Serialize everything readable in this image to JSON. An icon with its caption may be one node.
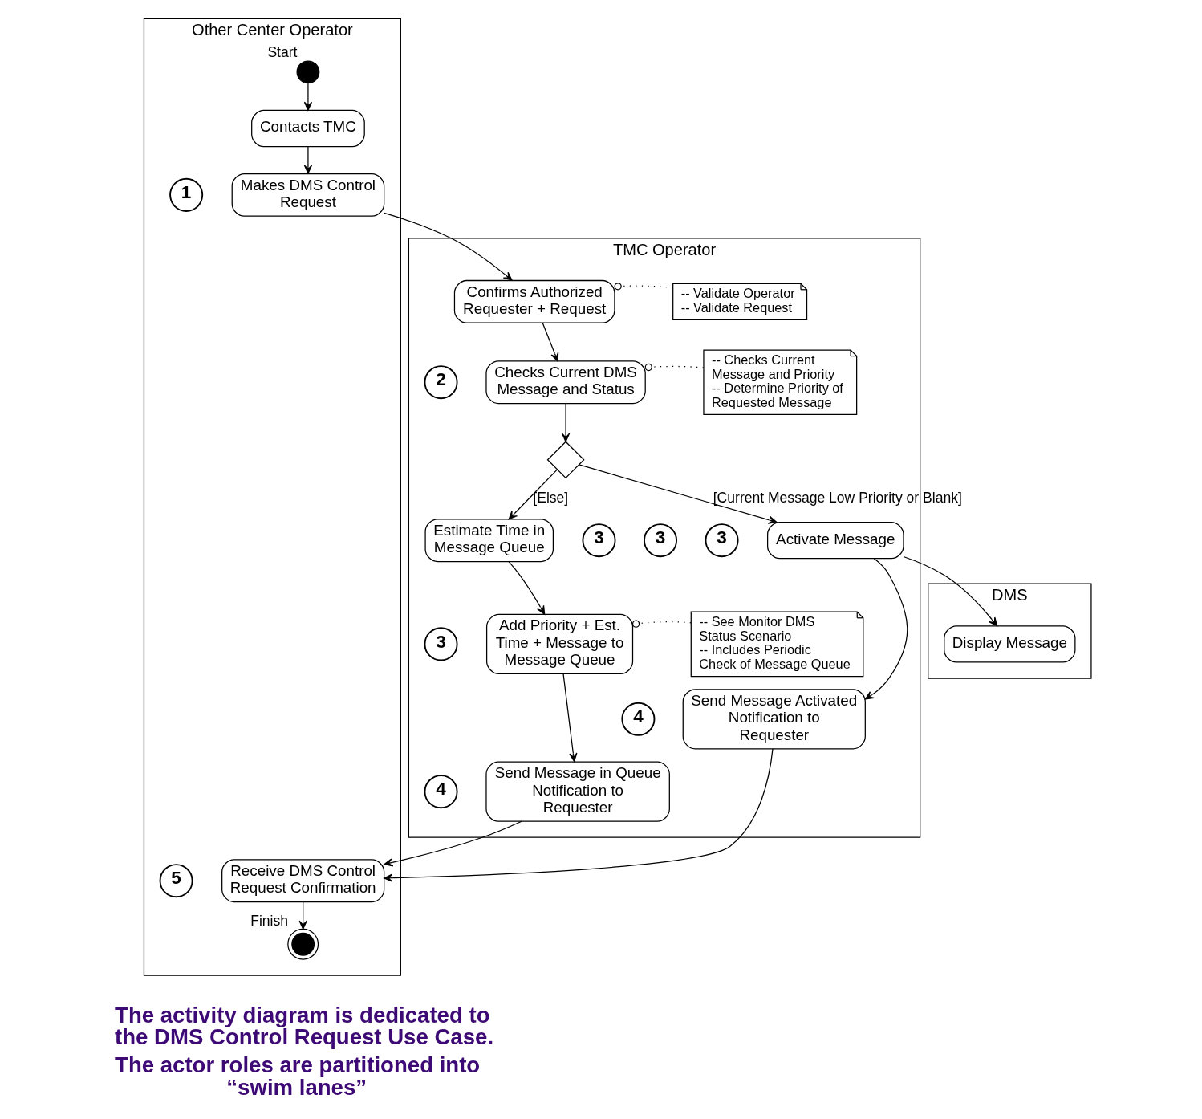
{
  "diagram": {
    "nodes": [
      {
        "text": [
          "Other Center Operator"
        ]
      },
      {
        "text": [
          "TMC Operator"
        ]
      },
      {
        "text": [
          "DMS"
        ]
      },
      {
        "text": [],
        "shape": "circle",
        "in": 0,
        "beside": [
          "Start"
        ]
      },
      {
        "text": [
          "Contacts TMC"
        ],
        "in": 0
      },
      {
        "text": [
          "1"
        ],
        "in": 0
      },
      {
        "text": [
          "Makes DMS Control Request"
        ],
        "in": 0
      },
      {
        "text": [
          "Confirms Authorized Requester + Request"
        ],
        "in": 1
      },
      {
        "text": [
          "2"
        ],
        "in": 1
      },
      {
        "text": [
          "-- Validate Operator",
          "-- Validate Request"
        ],
        "in": 1
      },
      {
        "text": [
          "Checks Current DMS Message and Status"
        ],
        "in": 1
      },
      {
        "text": [
          "3"
        ],
        "in": 1
      },
      {
        "text": [
          "-- Checks Current Message and Priority",
          "-- Determine Priority of Requested Message"
        ],
        "in": 1
      },
      {
        "text": [],
        "shape": "diamond",
        "in": 1
      },
      {
        "text": [
          "3"
        ],
        "in": 1
      },
      {
        "text": [
          "Estimate Time in Message Queue"
        ],
        "in": 1
      },
      {
        "text": [
          "3"
        ],
        "in": 1
      },
      {
        "text": [
          "Add Priority + Est. Time + Message to Message Queue"
        ],
        "in": 1
      },
      {
        "text": [
          "4"
        ],
        "in": 1
      },
      {
        "text": [
          "Send Message in Queue Notification to Requester"
        ],
        "in": 1
      },
      {
        "text": [
          "-- See Monitor DMS Status Scenario",
          "-- Includes Periodic Check of Message Queue"
        ],
        "in": 1
      },
      {
        "text": [
          "3"
        ],
        "in": 1
      },
      {
        "text": [
          "Activate Message"
        ],
        "in": 1
      },
      {
        "text": [
          "4"
        ],
        "in": 1
      },
      {
        "text": [
          "Send Message Activated Notification to Requester"
        ],
        "in": 1
      },
      {
        "text": [
          "Display Message"
        ],
        "in": 2
      },
      {
        "text": [
          "5"
        ],
        "in": 0
      },
      {
        "text": [
          "Receive DMS Control Request Confirmation"
        ],
        "in": 0
      },
      {
        "text": [],
        "shape": "circle",
        "in": 0,
        "beside": [
          "Finish"
        ]
      }
    ],
    "edges": [
      {
        "from": 3,
        "to": 4,
        "arrow": "to"
      },
      {
        "from": 4,
        "to": 6,
        "arrow": "to"
      },
      {
        "from": 6,
        "to": 7,
        "arrow": "to"
      },
      {
        "from": 9,
        "to": 7,
        "arrow": "other",
        "style": "dashed"
      },
      {
        "from": 7,
        "to": 10,
        "arrow": "to"
      },
      {
        "from": 12,
        "to": 10,
        "arrow": "other",
        "style": "dashed"
      },
      {
        "from": 10,
        "to": 13,
        "arrow": "to"
      },
      {
        "from": 13,
        "to": 15,
        "arrow": "to",
        "label": "[Else]"
      },
      {
        "from": 13,
        "to": 22,
        "arrow": "to",
        "label": "[Current Message Low Priority or Blank]"
      },
      {
        "from": 15,
        "to": 17,
        "arrow": "to"
      },
      {
        "from": 20,
        "to": 17,
        "arrow": "other",
        "style": "dashed"
      },
      {
        "from": 17,
        "to": 19,
        "arrow": "to"
      },
      {
        "from": 22,
        "to": 25,
        "arrow": "to"
      },
      {
        "from": 22,
        "to": 24,
        "arrow": "to"
      },
      {
        "from": 19,
        "to": 27,
        "arrow": "to"
      },
      {
        "from": 24,
        "to": 27,
        "arrow": "to"
      },
      {
        "from": 27,
        "to": 28,
        "arrow": "to"
      }
    ],
    "labels": [
      "The activity diagram is dedicated to the DMS Control Request Use Case.",
      "The actor roles are partitioned into “swim lanes”"
    ]
  }
}
